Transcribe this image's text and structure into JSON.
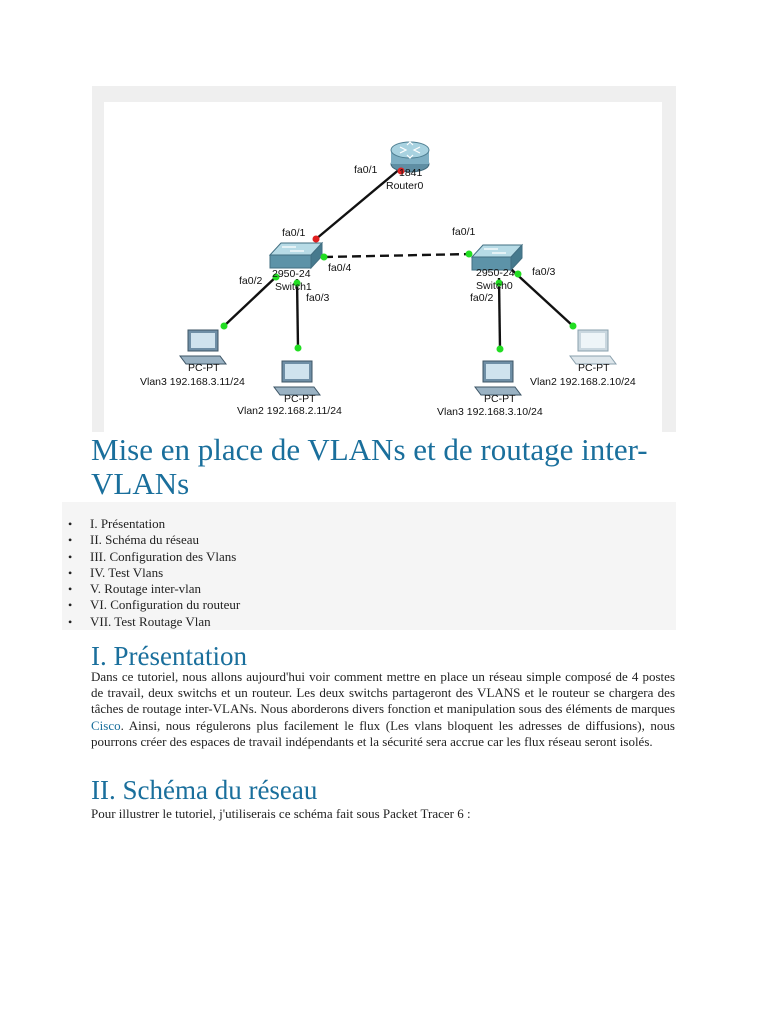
{
  "diagram": {
    "router": {
      "model": "1841",
      "name": "Router0",
      "port": "fa0/1"
    },
    "switch1": {
      "model": "2950-24",
      "name": "Switch1",
      "ports": [
        "fa0/1",
        "fa0/2",
        "fa0/3",
        "fa0/4"
      ]
    },
    "switch0": {
      "model": "2950-24",
      "name": "Switch0",
      "ports": [
        "fa0/1",
        "fa0/2",
        "fa0/3"
      ]
    },
    "pcs": [
      {
        "type": "PC-PT",
        "label": "Vlan3 192.168.3.11/24"
      },
      {
        "type": "PC-PT",
        "label": "Vlan2 192.168.2.11/24"
      },
      {
        "type": "PC-PT",
        "label": "Vlan3 192.168.3.10/24"
      },
      {
        "type": "PC-PT",
        "label": "Vlan2 192.168.2.10/24"
      }
    ],
    "colors": {
      "link": "#111111",
      "up_port": "#22dd22",
      "router_port": "#e02020"
    }
  },
  "title": "Mise en place de VLANs et de routage inter-VLANs",
  "toc": [
    "I. Présentation",
    "II. Schéma du réseau",
    "III. Configuration des Vlans",
    "IV. Test Vlans",
    "V. Routage inter-vlan",
    "VI. Configuration du routeur",
    "VII. Test Routage Vlan"
  ],
  "section1": {
    "heading": "I. Présentation",
    "text_before_link": "Dans ce tutoriel, nous allons aujourd'hui voir comment mettre en place un réseau simple composé de 4 postes de travail, deux switchs et un routeur. Les deux switchs partageront des VLANS et le routeur se chargera des tâches de routage inter-VLANs. Nous aborderons divers fonction et manipulation sous des éléments de marques ",
    "link": "Cisco",
    "text_after_link": ". Ainsi, nous régulerons plus facilement le flux (Les vlans bloquent les adresses de diffusions), nous pourrons créer des espaces de travail indépendants et la sécurité sera accrue car les flux réseau seront isolés."
  },
  "section2": {
    "heading": "II. Schéma du réseau",
    "text": "Pour illustrer le tutoriel, j'utiliserais ce schéma fait sous Packet Tracer 6 :"
  },
  "colors": {
    "heading": "#1a6f9c",
    "link": "#1a6f9c"
  }
}
